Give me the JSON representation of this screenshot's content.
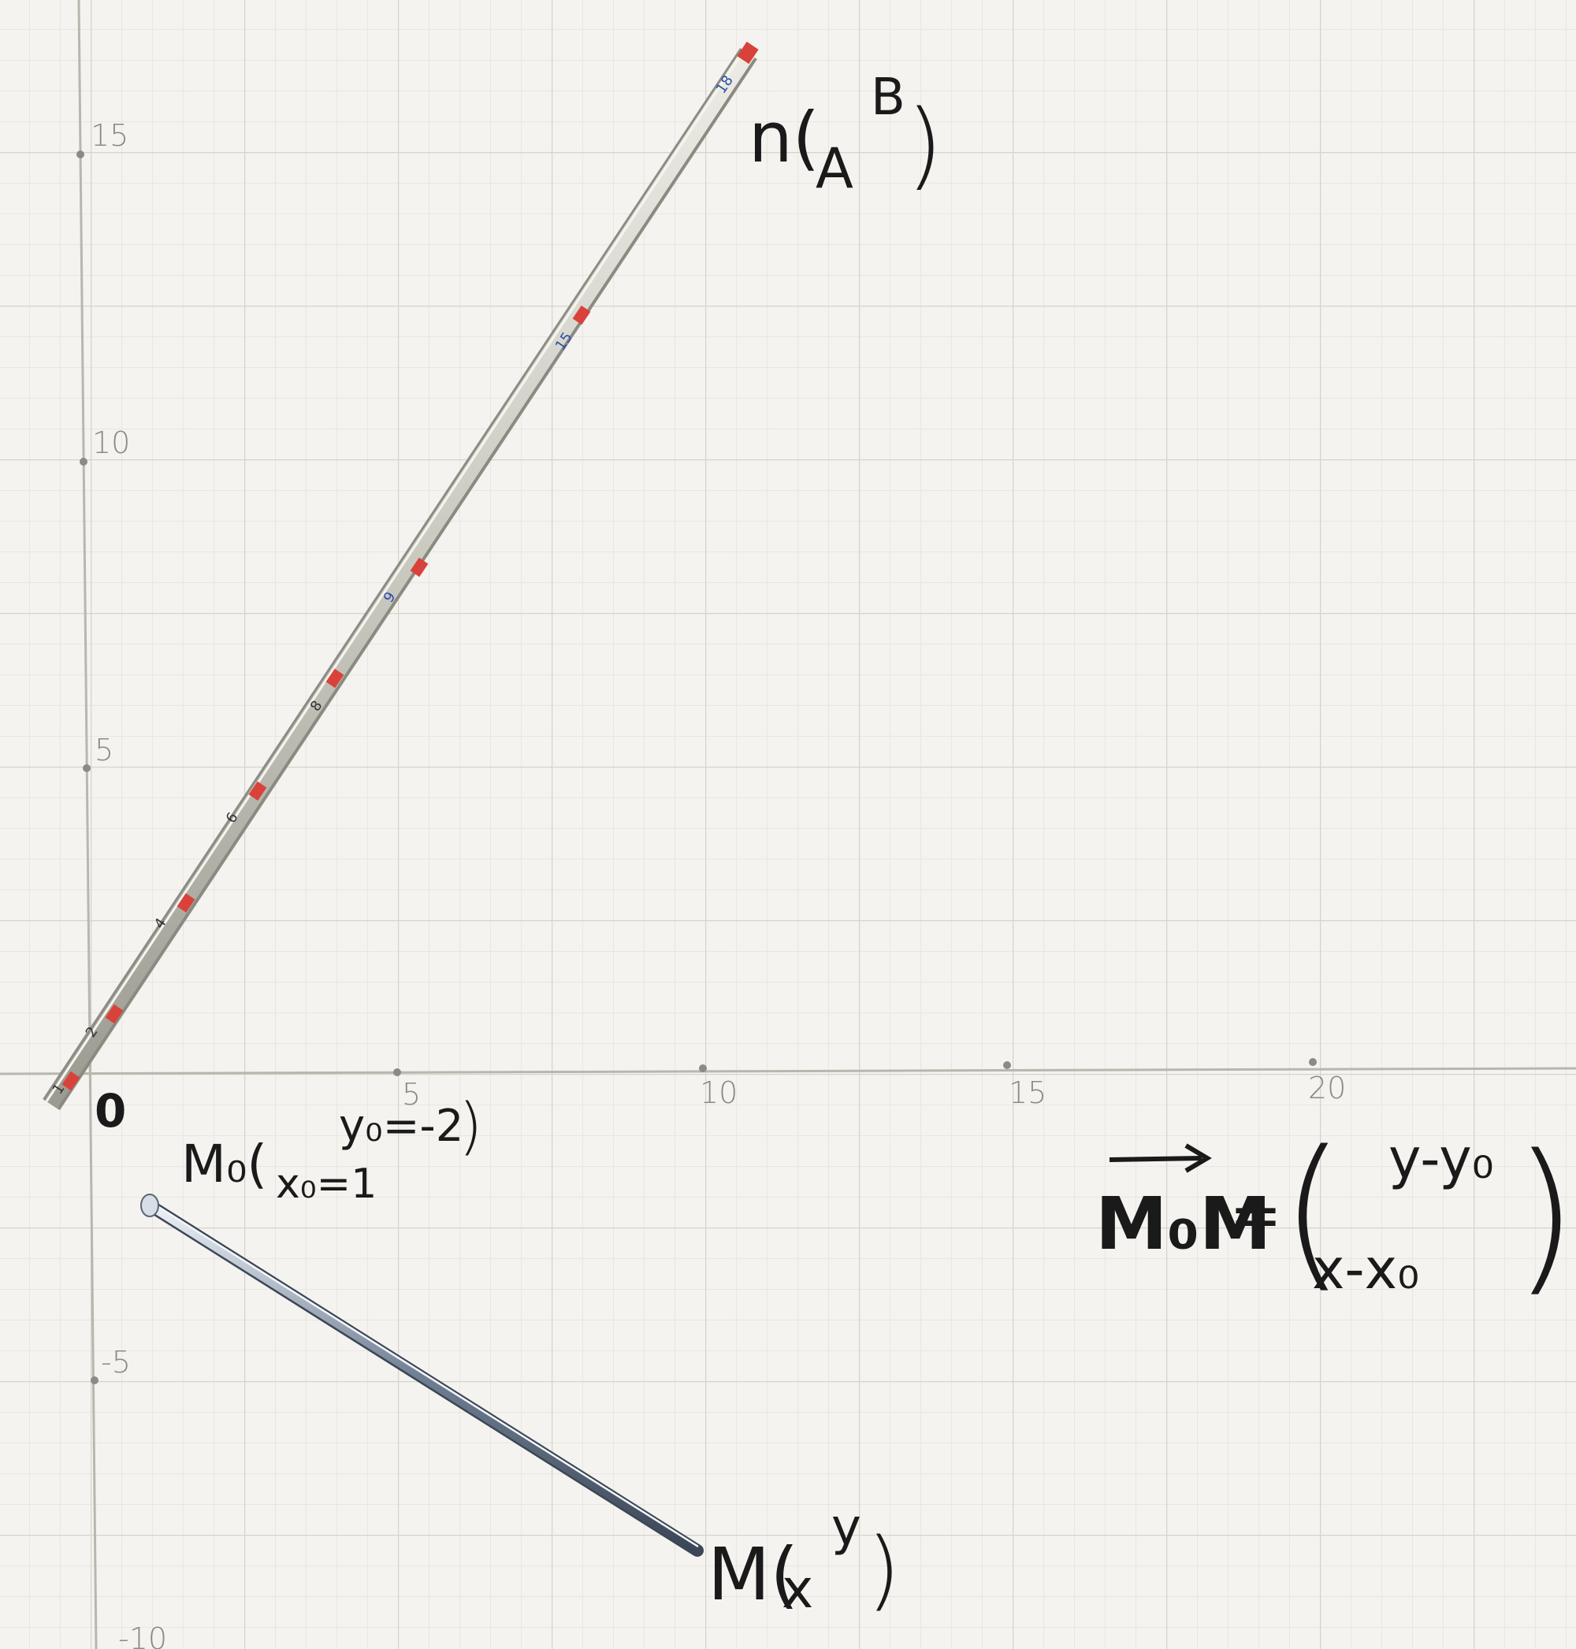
{
  "photo": {
    "background": "#f4f3ef",
    "grid_minor_color": "#e4e2dc",
    "grid_major_color": "#d6d3cb",
    "axis_color": "#b9b6ae"
  },
  "axes": {
    "x_ticks": [
      "5",
      "10",
      "15",
      "20"
    ],
    "y_ticks": [
      "15",
      "10",
      "5",
      "-5",
      "-10"
    ],
    "origin_label": "0"
  },
  "objects": {
    "ruler_stick": {
      "description_icon": "ruler-stick-icon",
      "color": "#c9c8bf",
      "marker_color": "#d9423a",
      "number_color": "#2b4fa8",
      "numbers": [
        "1",
        "2",
        "4",
        "6",
        "8",
        "9",
        "15",
        "18"
      ]
    },
    "metal_rod": {
      "description_icon": "metal-rod-icon",
      "color": "#6f7e92"
    }
  },
  "labels": {
    "normal_vector": {
      "name": "n(",
      "top": "B",
      "bottom": "A",
      "close": ")"
    },
    "point_m0": {
      "name": "M₀(",
      "top": "y₀=-2",
      "bottom": "x₀=1",
      "close": ")"
    },
    "point_m": {
      "name": "M(",
      "top": "y",
      "bottom": "x",
      "close": ")"
    },
    "vector_eq": {
      "lhs": "M₀M",
      "eq": "=",
      "open": "(",
      "top": "y-y₀",
      "bottom": "x-x₀",
      "close": ")"
    }
  }
}
